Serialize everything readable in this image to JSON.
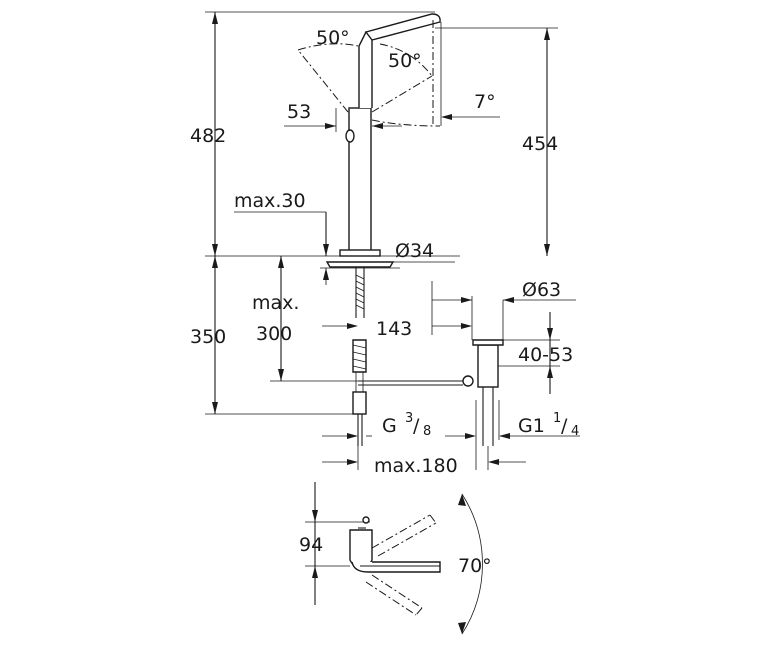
{
  "dimensions": {
    "total_height": "482",
    "spout_height": "454",
    "angle_spout": "50°",
    "angle_lever": "50°",
    "angle_tilt": "7°",
    "offset_53": "53",
    "max_thickness": "max.30",
    "base_diameter": "Ø34",
    "below_height": "350",
    "max_300_line1": "max.",
    "max_300_line2": "300",
    "reach_143": "143",
    "drain_diameter": "Ø63",
    "drain_range": "40-53",
    "thread_g": "G",
    "thread_g_num": "3",
    "thread_g_den": "8",
    "thread_g1": "G1",
    "thread_g1_num": "1",
    "thread_g1_den": "4",
    "max_180": "max.180",
    "lever_depth": "94",
    "rotation_angle": "70°"
  }
}
